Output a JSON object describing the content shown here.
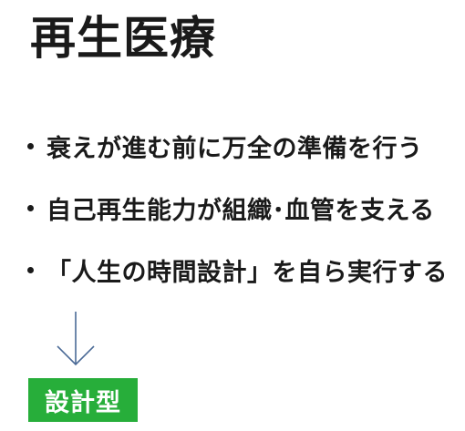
{
  "page": {
    "title": "再生医療"
  },
  "bullets": [
    {
      "text": "衰えが進む前に万全の準備を行う"
    },
    {
      "text": "自己再生能力が組織･血管を支える"
    },
    {
      "text": "「人生の時間設計」を自ら実行する"
    }
  ],
  "arrow": {
    "icon": "arrow-down-icon",
    "color": "#4a6a96"
  },
  "badge": {
    "label": "設計型",
    "color": "#27ae3a"
  }
}
